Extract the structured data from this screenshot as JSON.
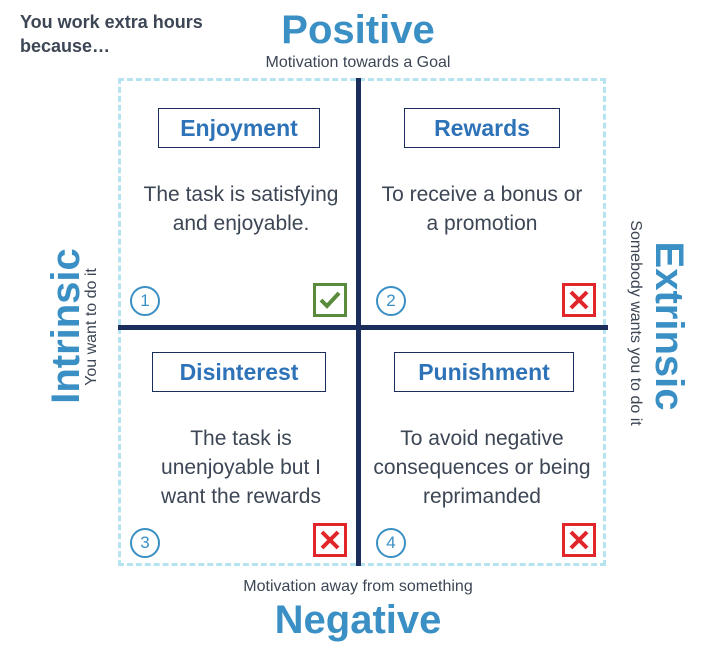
{
  "intro": "You work extra hours because…",
  "axes": {
    "top": {
      "label": "Positive",
      "sub": "Motivation towards a Goal"
    },
    "bottom": {
      "label": "Negative",
      "sub": "Motivation away from something"
    },
    "left": {
      "label": "Intrinsic",
      "sub": "You want to do it"
    },
    "right": {
      "label": "Extrinsic",
      "sub": "Somebody wants you to do it"
    }
  },
  "quadrants": [
    {
      "title": "Enjoyment",
      "description": "The task is satisfying and enjoyable.",
      "number": "1",
      "mark": "check"
    },
    {
      "title": "Rewards",
      "description": "To receive a bonus or a promotion",
      "number": "2",
      "mark": "cross"
    },
    {
      "title": "Disinterest",
      "description": "The task is unenjoyable but I want the rewards",
      "number": "3",
      "mark": "cross"
    },
    {
      "title": "Punishment",
      "description": "To avoid negative consequences or being reprimanded",
      "number": "4",
      "mark": "cross"
    }
  ],
  "colors": {
    "accent": "#3a8fc4",
    "title_text": "#2e72b8",
    "axis_line": "#1b2d5a",
    "frame": "#b6e3f0",
    "check": "#5a8a3c",
    "cross": "#e0262a"
  }
}
